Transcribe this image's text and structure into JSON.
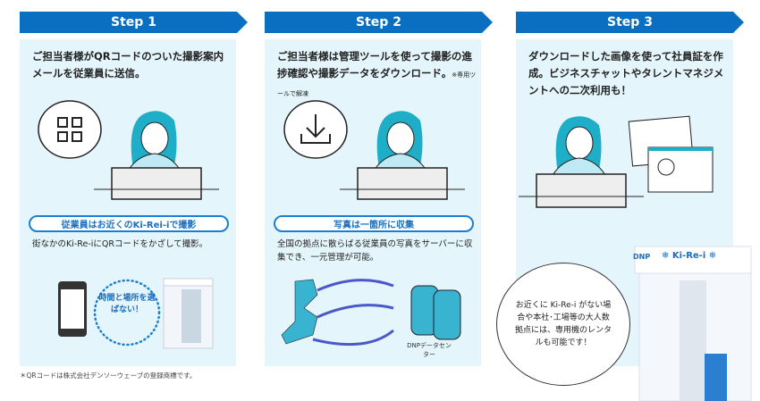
{
  "steps": [
    {
      "title": "Step 1",
      "lead": "ご担当者様がQRコードのついた撮影案内メールを従業員に送信。",
      "pill": "従業員はお近くのKi-Rei-iで撮影",
      "body": "街なかのKi-Re-iにQRコードをかざして撮影。",
      "circle_text": "時間と場所を選ばない！",
      "note": "＊QRコードは株式会社デンソーウェーブの登録商標です。"
    },
    {
      "title": "Step 2",
      "lead": "ご担当者様は管理ツールを使って撮影の進捗確認や撮影データをダウンロード。",
      "lead_note": "※専用ツールで解凍",
      "pill": "写真は一箇所に収集",
      "body": "全国の拠点に散らばる従業員の写真をサーバーに収集でき、一元管理が可能。",
      "center_label": "DNPデータセンター"
    },
    {
      "title": "Step 3",
      "lead": "ダウンロードした画像を使って社員証を作成。ビジネスチャットやタレントマネジメントへの二次利用も！",
      "bubble": "お近くに Ki-Re-i がない場合や本社･工場等の大人数拠点には、専用機のレンタルも可能です！",
      "booth_sign": "❄ Ki-Re-i ❄",
      "booth_brand": "DNP"
    }
  ],
  "colors": {
    "header": "#0a6fc0",
    "panel": "#e4f5fc",
    "accent": "#1a7fd0",
    "hair": "#1eaec8"
  }
}
